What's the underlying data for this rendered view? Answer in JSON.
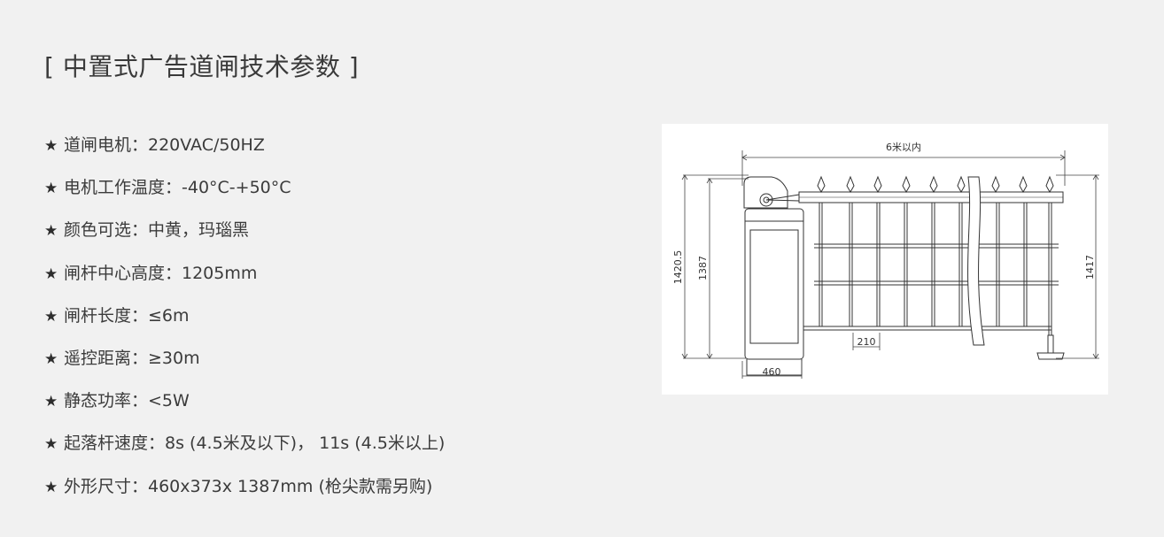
{
  "title": "[ 中置式广告道闸技术参数 ]",
  "specs": [
    {
      "star": "★",
      "text": "道闸电机：220VAC/50HZ"
    },
    {
      "star": "★",
      "text": "电机工作温度：-40°C-+50°C"
    },
    {
      "star": "★",
      "text": "颜色可选：中黄，玛瑙黑"
    },
    {
      "star": "★",
      "text": "闸杆中心高度：1205mm"
    },
    {
      "star": "★",
      "text": "闸杆长度：≤6m"
    },
    {
      "star": "★",
      "text": "遥控距离：≥30m"
    },
    {
      "star": "★",
      "text": "静态功率：<5W"
    },
    {
      "star": "★",
      "text": "起落杆速度：8s (4.5米及以下)， 11s (4.5米以上)"
    },
    {
      "star": "★",
      "text": "外形尺寸：460x373x 1387mm (枪尖款需另购)"
    }
  ],
  "drawing": {
    "width_label": "6米以内",
    "height_outer": "1420.5",
    "height_inner": "1387",
    "height_right": "1417",
    "base_width": "460",
    "gap_label": "210"
  },
  "colors": {
    "background": "#f1f1f1",
    "text": "#333333",
    "panel": "#ffffff"
  }
}
